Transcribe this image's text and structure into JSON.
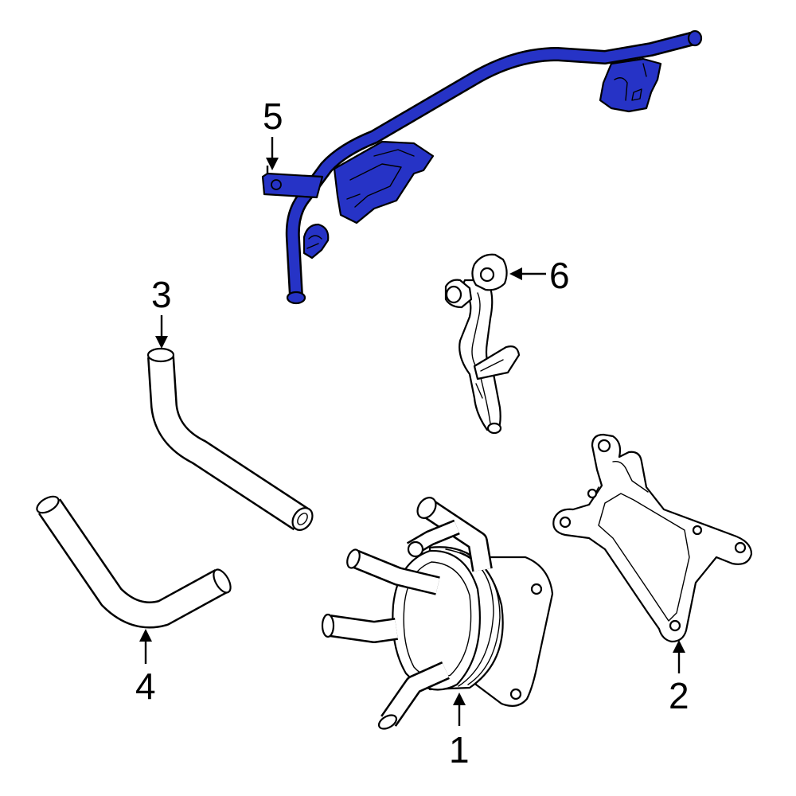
{
  "colors": {
    "highlight": "#2633c6",
    "line": "#000000",
    "background": "#ffffff"
  },
  "callouts": [
    {
      "id": "1",
      "label": "1",
      "part": "oil-cooler"
    },
    {
      "id": "2",
      "label": "2",
      "part": "cooler-bracket"
    },
    {
      "id": "3",
      "label": "3",
      "part": "upper-hose"
    },
    {
      "id": "4",
      "label": "4",
      "part": "lower-hose"
    },
    {
      "id": "5",
      "label": "5",
      "part": "tube-assembly",
      "highlighted": true
    },
    {
      "id": "6",
      "label": "6",
      "part": "fitting-tube"
    }
  ]
}
